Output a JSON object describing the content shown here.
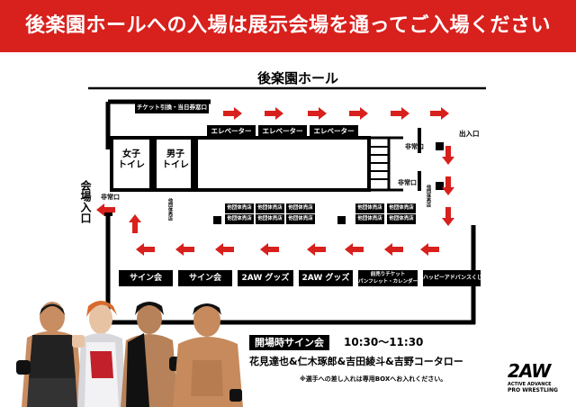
{
  "banner": {
    "title": "後楽園ホールへの入場は展示会場を通ってご入場ください",
    "color": "#d8201c"
  },
  "hall_label": "後楽園ホール",
  "ticket_window": "チケット引換・当日券窓口",
  "elevators": [
    "エレベーター",
    "エレベーター",
    "エレベーター"
  ],
  "womens_toilet": "女子\nトイレ",
  "mens_toilet": "男子\nトイレ",
  "emergency_exit": "非常口",
  "entrance": "出入口",
  "venue_entrance": "会場入口",
  "other_booths": [
    "他団体売店",
    "他団体売店",
    "他団体売店",
    "他団体売店",
    "他団体売店",
    "他団体売店",
    "他団体売店",
    "他団体売店",
    "他団体売店",
    "他団体売店"
  ],
  "booths": {
    "sign_1": "サイン会",
    "sign_2": "サイン会",
    "goods_1": "2AW グッズ",
    "goods_2": "2AW グッズ",
    "tickets_line1": "前売りチケット",
    "tickets_line2": "パンフレット・カレンダー",
    "lottery": "ハッピーアドバンスくじ"
  },
  "signing": {
    "label": "開場時サイン会",
    "time": "10:30〜11:30",
    "names": "花見達也&仁木琢郎&吉田綾斗&吉野コータロー",
    "note": "※選手への差し入れは専用BOXへお入れください。"
  },
  "logo": {
    "main": "2AW",
    "sub1": "ACTIVE ADVANCE",
    "sub2": "PRO WRESTLING"
  },
  "accent_color": "#d8201c"
}
